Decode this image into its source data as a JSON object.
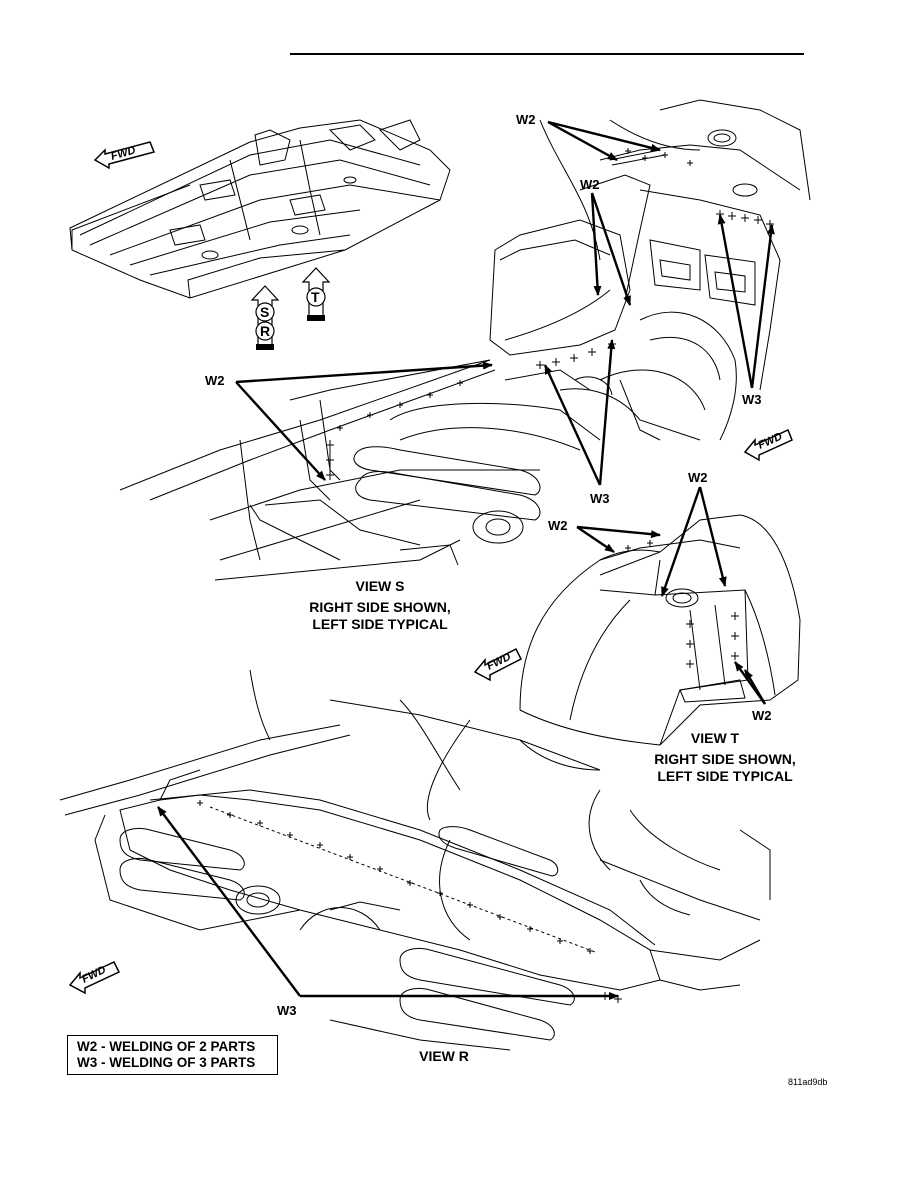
{
  "fwd_label": "FWD",
  "view_markers": [
    "S",
    "R",
    "T"
  ],
  "callouts": {
    "w2": "W2",
    "w3": "W3"
  },
  "view_s": {
    "title": "VIEW S",
    "note_line1": "RIGHT SIDE SHOWN,",
    "note_line2": "LEFT SIDE TYPICAL"
  },
  "view_t": {
    "title": "VIEW T",
    "note_line1": "RIGHT SIDE SHOWN,",
    "note_line2": "LEFT SIDE TYPICAL"
  },
  "view_r": {
    "title": "VIEW R"
  },
  "legend": {
    "line1": "W2 - WELDING OF 2 PARTS",
    "line2": "W3 - WELDING OF 3 PARTS"
  },
  "figure_id": "811ad9db"
}
